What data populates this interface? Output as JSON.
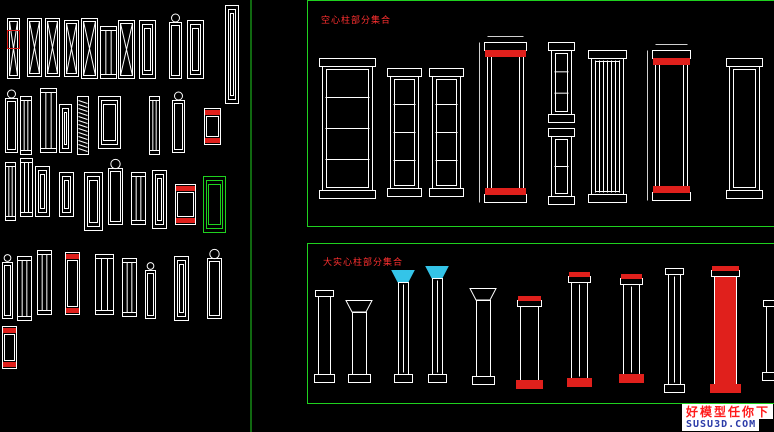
{
  "panels": {
    "hollow": {
      "title": "空心柱部分集合"
    },
    "solid": {
      "title": "大实心柱部分集合"
    }
  },
  "watermark": {
    "brand": "好模型任你下",
    "url": "SUSU3D.COM"
  },
  "colors": {
    "background": "#000000",
    "frame": "#1fd11f",
    "drawing": "#ffffff",
    "accent_red": "#e0201c",
    "accent_cyan": "#34c4e8",
    "dimension": "#d0d0d0",
    "title_red": "#ff3030",
    "watermark_red": "#ff1a1a",
    "watermark_blue": "#2a3aa8"
  }
}
